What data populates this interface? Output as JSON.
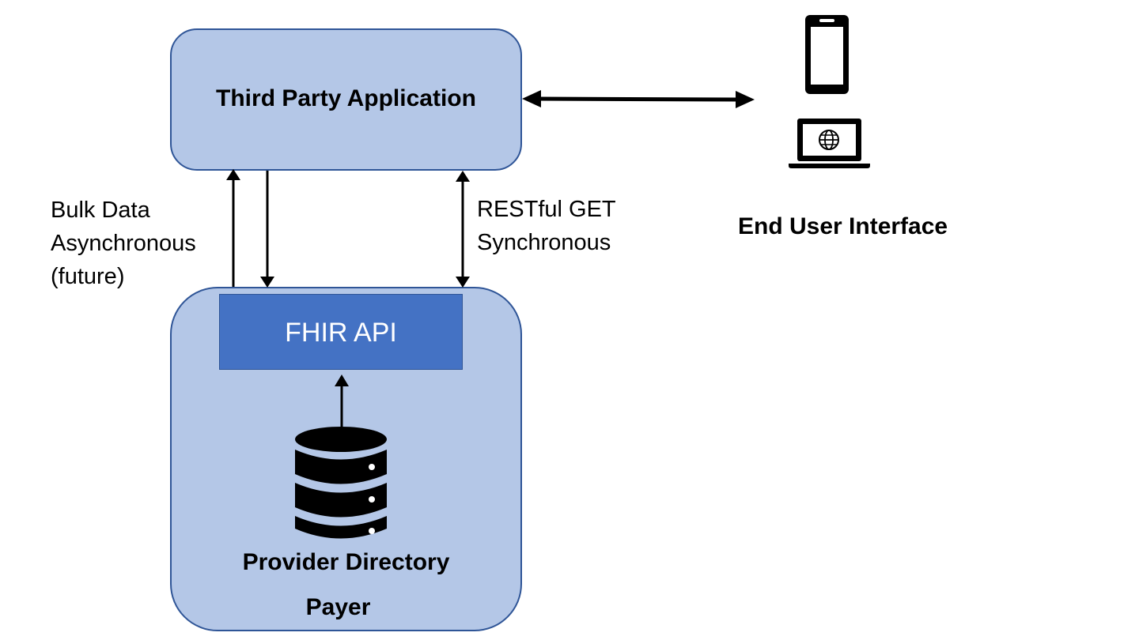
{
  "nodes": {
    "third_party": {
      "label": "Third Party Application"
    },
    "fhir_api": {
      "label": "FHIR API"
    },
    "provider_directory": {
      "label": "Provider Directory"
    },
    "payer": {
      "label": "Payer"
    },
    "end_user": {
      "label": "End User Interface"
    }
  },
  "edges": {
    "bulk": {
      "lines": [
        "Bulk Data",
        "Asynchronous",
        "(future)"
      ]
    },
    "restful": {
      "lines": [
        "RESTful GET",
        "Synchronous"
      ]
    }
  },
  "icons": [
    "smartphone-icon",
    "laptop-icon",
    "globe-icon",
    "database-icon"
  ],
  "colors": {
    "box_fill": "#b4c7e7",
    "box_border": "#2f5597",
    "fhir_fill": "#4472c4"
  }
}
